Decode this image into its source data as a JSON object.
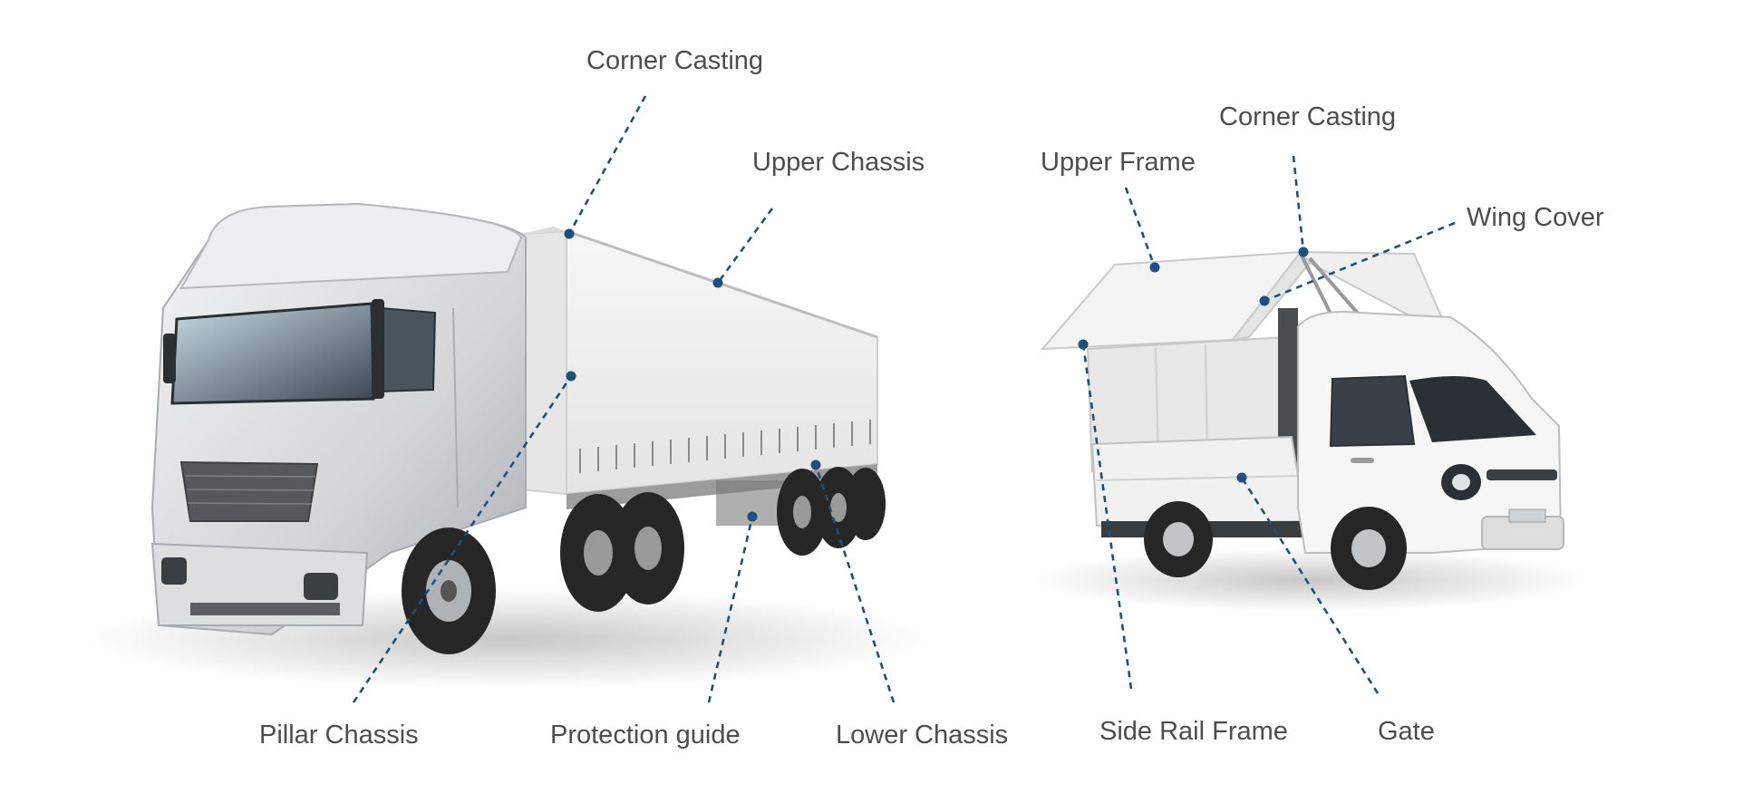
{
  "colors": {
    "leader": "#1f4f7c",
    "label_text": "#4d4d4d",
    "body_white": "#f2f2f2",
    "cab_silver": "#d9dbdd",
    "tire": "#262626"
  },
  "semi_truck": {
    "callouts": {
      "corner_casting": "Corner Casting",
      "upper_chassis": "Upper Chassis",
      "pillar_chassis": "Pillar Chassis",
      "protection_guide": "Protection guide",
      "lower_chassis": "Lower Chassis"
    }
  },
  "wing_truck": {
    "callouts": {
      "corner_casting": "Corner Casting",
      "upper_frame": "Upper Frame",
      "wing_cover": "Wing Cover",
      "side_rail_frame": "Side Rail Frame",
      "gate": "Gate"
    }
  }
}
